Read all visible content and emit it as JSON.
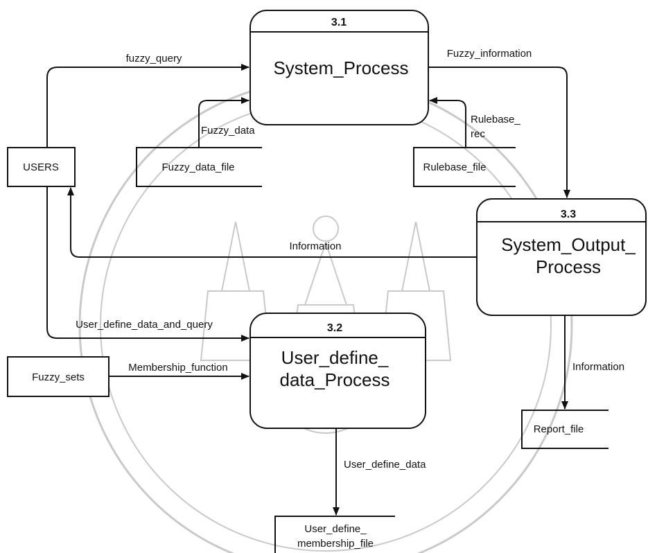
{
  "processes": {
    "p31": {
      "number": "3.1",
      "name": "System_Process"
    },
    "p32": {
      "number": "3.2",
      "name_line1": "User_define_",
      "name_line2": "data_Process"
    },
    "p33": {
      "number": "3.3",
      "name_line1": "System_Output_",
      "name_line2": "Process"
    }
  },
  "entities": {
    "users": "USERS",
    "fuzzy_sets": "Fuzzy_sets"
  },
  "stores": {
    "fuzzy_data_file": "Fuzzy_data_file",
    "rulebase_file": "Rulebase_file",
    "report_file": "Report_file",
    "membership_line1": "User_define_",
    "membership_line2": "membership_file"
  },
  "flows": {
    "fuzzy_query": "fuzzy_query",
    "fuzzy_information": "Fuzzy_information",
    "fuzzy_data": "Fuzzy_data",
    "rulebase_rec_line1": "Rulebase_",
    "rulebase_rec_line2": "rec",
    "information_users": "Information",
    "user_define_data_and_query": "User_define_data_and_query",
    "membership_function": "Membership_function",
    "information_report": "Information",
    "user_define_data": "User_define_data"
  },
  "colors": {
    "ink": "#111111",
    "watermark": "#c9c9c9"
  }
}
